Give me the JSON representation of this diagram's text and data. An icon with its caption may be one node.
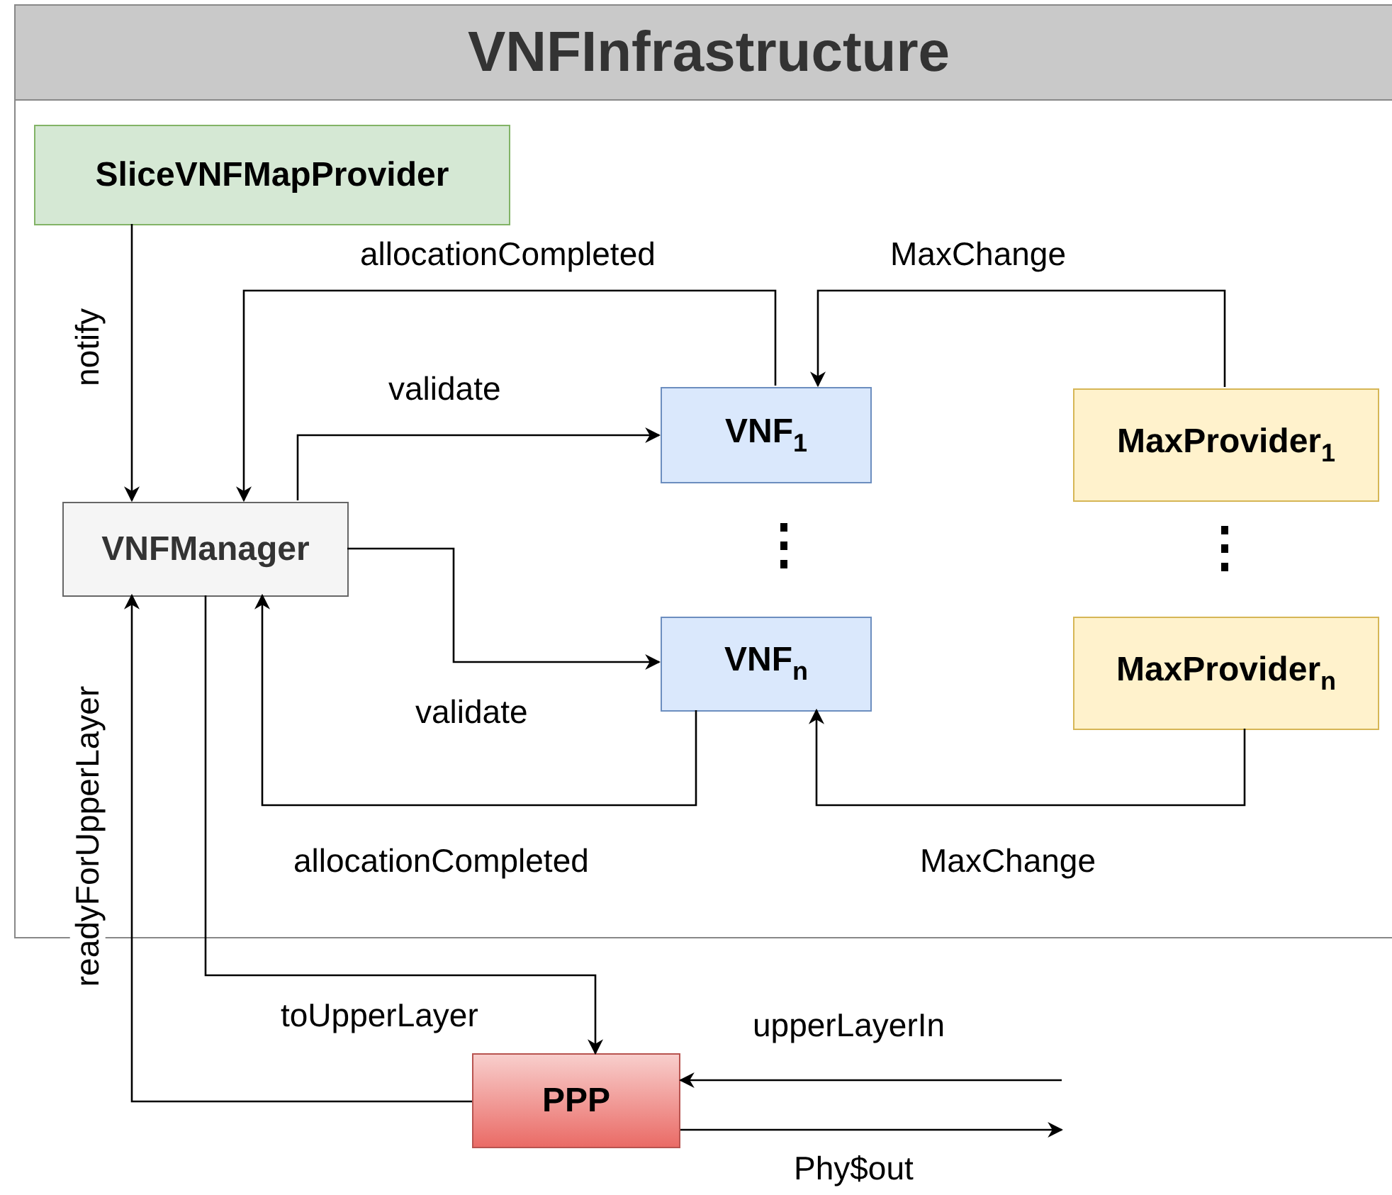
{
  "diagram": {
    "nodes": [
      {
        "text": [
          "VNFInfrastructure"
        ]
      },
      {
        "text": [
          "SliceVNFMapProvider"
        ],
        "in": 0
      },
      {
        "text": [
          "VNFManager"
        ],
        "in": 0
      },
      {
        "text": [
          "VNF$_{1}$"
        ],
        "in": 0
      },
      {
        "text": [
          "VNF$_{n}$"
        ],
        "in": 0
      },
      {
        "text": [
          "MaxProvider$_{1}$"
        ],
        "in": 0
      },
      {
        "text": [
          "MaxProvider$_{n}$"
        ],
        "in": 0
      },
      {
        "text": [
          "PPP"
        ]
      }
    ],
    "edges": [
      {
        "from": 1,
        "to": 2,
        "arrow": "to",
        "label": "notify"
      },
      {
        "from": 2,
        "to": 3,
        "arrow": "to",
        "label": "validate"
      },
      {
        "from": 3,
        "to": 2,
        "arrow": "to",
        "label": "allocationCompleted"
      },
      {
        "from": 5,
        "to": 3,
        "arrow": "to",
        "label": "MaxChange"
      },
      {
        "from": 2,
        "to": 4,
        "arrow": "to",
        "label": "validate"
      },
      {
        "from": 4,
        "to": 2,
        "arrow": "to",
        "label": "allocationCompleted"
      },
      {
        "from": 6,
        "to": 4,
        "arrow": "to",
        "label": "MaxChange"
      },
      {
        "from": 2,
        "to": 7,
        "arrow": "to",
        "label": "toUpperLayer"
      },
      {
        "from": 7,
        "to": 2,
        "arrow": "to",
        "label": "readyForUpperLayer"
      },
      {
        "from": null,
        "to": 7,
        "arrow": "to",
        "label": "upperLayerIn"
      },
      {
        "from": 7,
        "to": null,
        "arrow": "to",
        "label": "Phy$out"
      }
    ]
  }
}
